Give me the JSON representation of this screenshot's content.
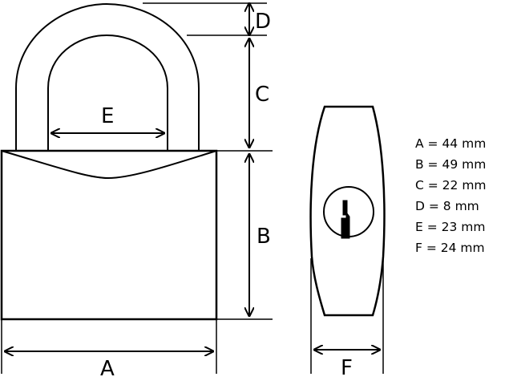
{
  "diagram": {
    "labels": {
      "a": "A",
      "b": "B",
      "c": "C",
      "d": "D",
      "e": "E",
      "f": "F"
    },
    "specifications": [
      "A = 44 mm",
      "B = 49 mm",
      "C = 22 mm",
      "D = 8 mm",
      "E = 23 mm",
      "F = 24 mm"
    ]
  }
}
